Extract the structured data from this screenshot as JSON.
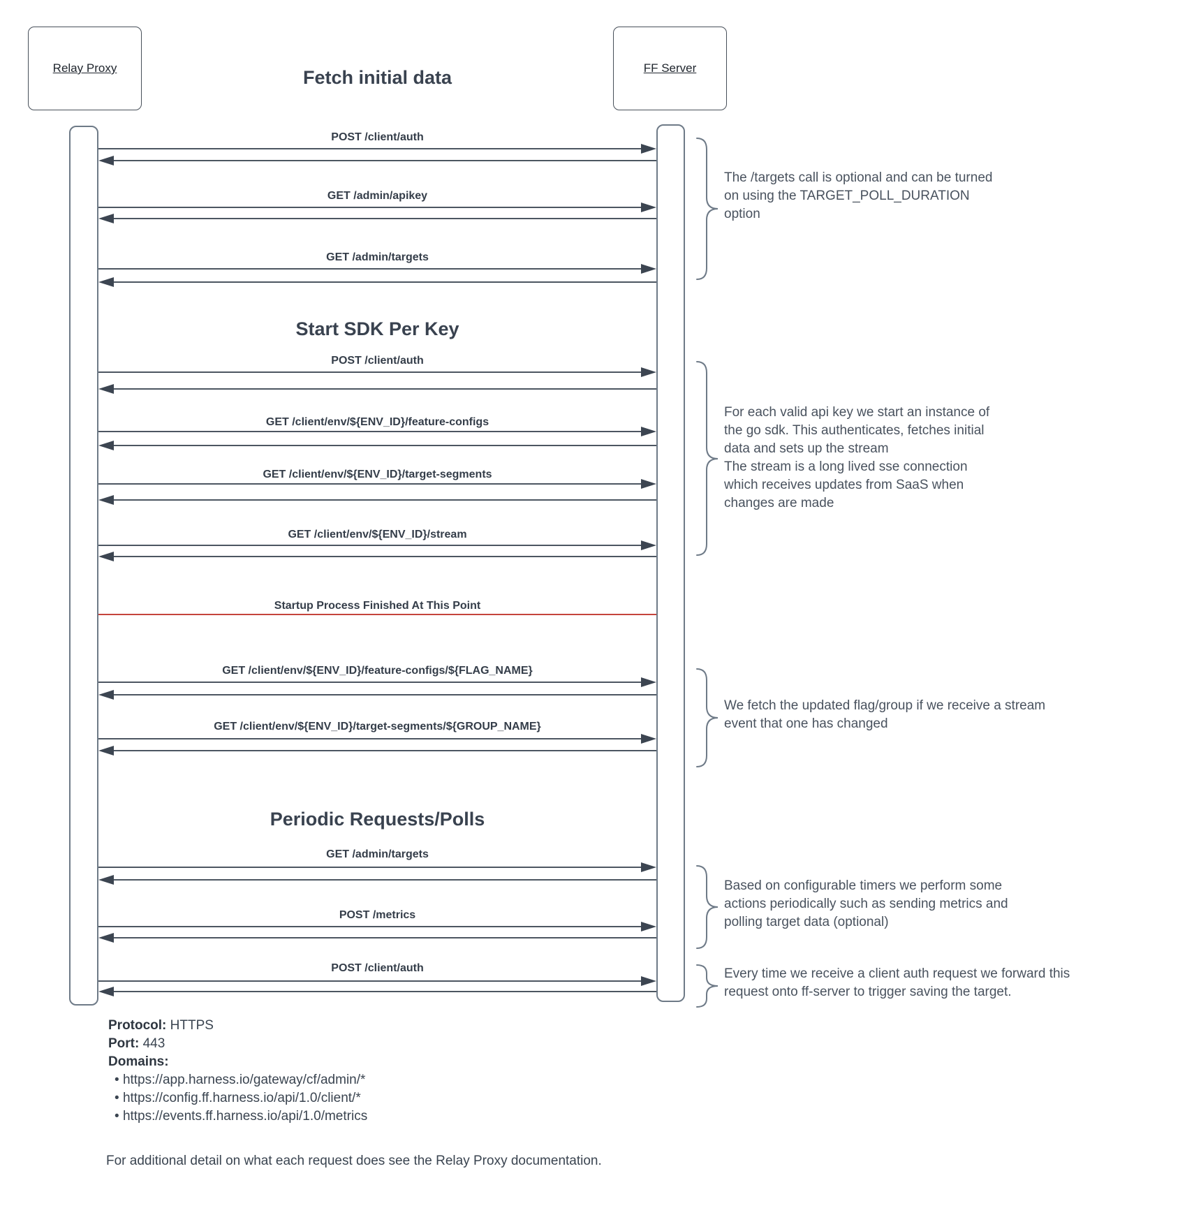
{
  "diagram": {
    "title": "Fetch initial data",
    "actors": [
      {
        "name": "Relay Proxy"
      },
      {
        "name": "FF Server"
      }
    ],
    "sections": {
      "start_sdk": "Start SDK Per Key",
      "periodic": "Periodic Requests/Polls"
    },
    "separator_label": "Startup Process Finished At This Point",
    "messages": [
      {
        "label": "POST /client/auth"
      },
      {
        "label": "GET /admin/apikey"
      },
      {
        "label": "GET /admin/targets"
      },
      {
        "label": "POST /client/auth"
      },
      {
        "label": "GET /client/env/${ENV_ID}/feature-configs"
      },
      {
        "label": "GET /client/env/${ENV_ID}/target-segments"
      },
      {
        "label": "GET /client/env/${ENV_ID}/stream"
      },
      {
        "label": "GET /client/env/${ENV_ID}/feature-configs/${FLAG_NAME}"
      },
      {
        "label": "GET /client/env/${ENV_ID}/target-segments/${GROUP_NAME}"
      },
      {
        "label": "GET /admin/targets"
      },
      {
        "label": "POST /metrics"
      },
      {
        "label": "POST /client/auth"
      }
    ],
    "annotations": [
      {
        "text": "The /targets call is optional and can be turned\non using the TARGET_POLL_DURATION\noption"
      },
      {
        "text": "For each valid api key we start an instance of\nthe go sdk. This authenticates, fetches initial\ndata and sets up the stream\nThe stream is a long lived sse connection\nwhich receives updates from SaaS when\nchanges are made"
      },
      {
        "text": "We fetch the updated flag/group if we receive a stream\nevent that one has changed"
      },
      {
        "text": "Based on configurable timers we perform some\nactions periodically such as sending metrics and\npolling target data (optional)"
      },
      {
        "text": "Every time we receive a client auth request we forward this\nrequest onto ff-server to trigger saving the target."
      }
    ],
    "footer": {
      "protocol_label": "Protocol:",
      "protocol_value": "HTTPS",
      "port_label": "Port:",
      "port_value": "443",
      "domains_label": "Domains:",
      "domains": [
        "https://app.harness.io/gateway/cf/admin/*",
        "https://config.ff.harness.io/api/1.0/client/*",
        "https://events.ff.harness.io/api/1.0/metrics"
      ],
      "note": "For additional detail on what each request does see the Relay Proxy documentation."
    },
    "colors": {
      "text": "#3a4450",
      "arrow": "#3c4551",
      "separator_red": "#c5443b",
      "brace_gray": "#6e7a87"
    }
  }
}
